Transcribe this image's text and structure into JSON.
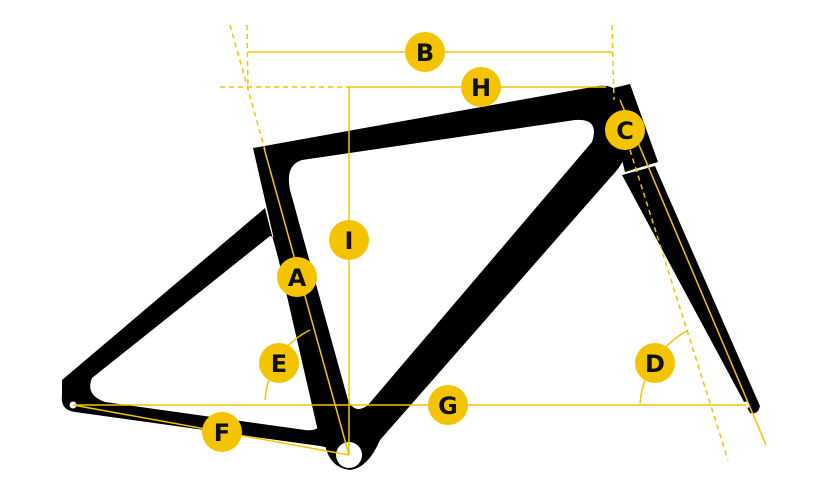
{
  "diagram": {
    "accent_color": "#F5C400",
    "frame_color": "#000000",
    "labels": {
      "A": "A",
      "B": "B",
      "C": "C",
      "D": "D",
      "E": "E",
      "F": "F",
      "G": "G",
      "H": "H",
      "I": "I"
    }
  }
}
